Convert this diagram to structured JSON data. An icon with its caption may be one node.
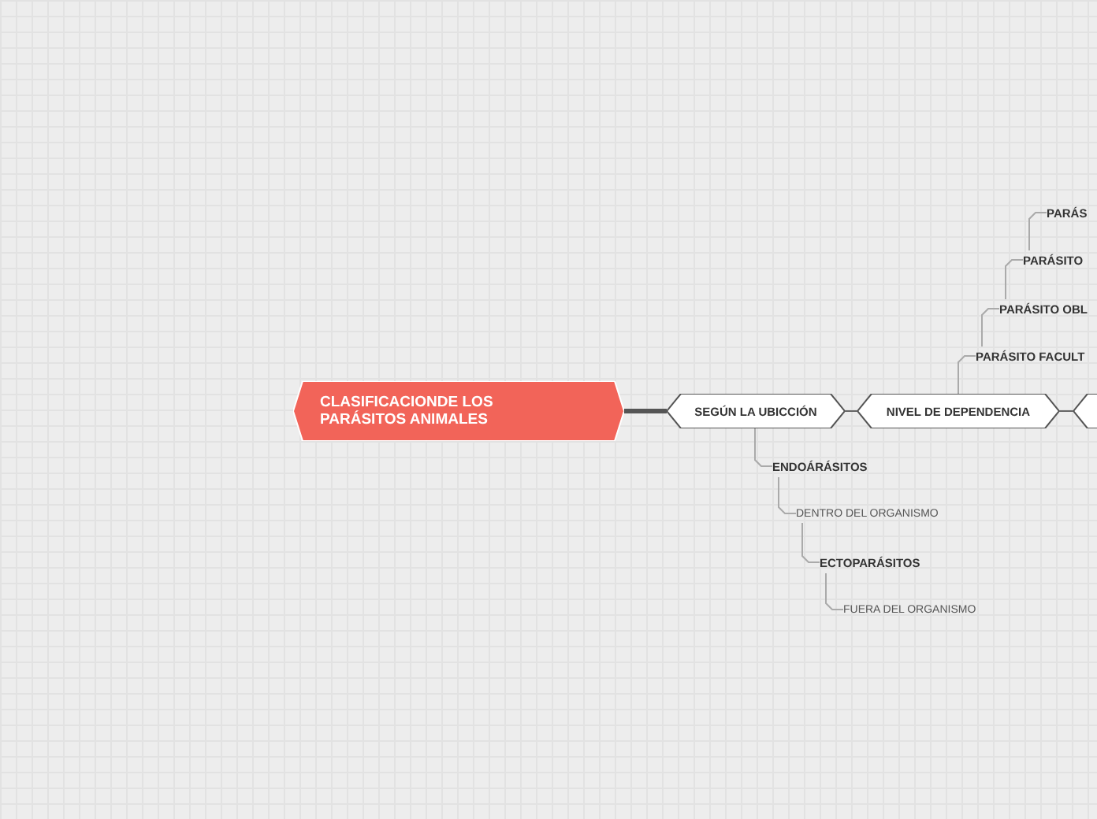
{
  "diagram": {
    "nodes": [
      {
        "text": [
          "CLASIFICACIONDE LOS PARÁSITOS ANIMALES"
        ]
      },
      {
        "text": [
          "SEGÚN LA UBICCIÓN"
        ]
      },
      {
        "text": [
          "NIVEL DE DEPENDENCIA"
        ]
      },
      {
        "text": [],
        "shape": "hexagon"
      },
      {
        "text": [
          "PARÁS"
        ]
      },
      {
        "text": [
          "PARÁSITO"
        ]
      },
      {
        "text": [
          "PARÁSITO OBL"
        ]
      },
      {
        "text": [
          "PARÁSITO FACULT"
        ]
      },
      {
        "text": [
          "ENDOÁRÁSITOS"
        ]
      },
      {
        "text": [
          "DENTRO DEL ORGANISMO"
        ]
      },
      {
        "text": [
          "ECTOPARÁSITOS"
        ]
      },
      {
        "text": [
          "FUERA DEL ORGANISMO"
        ]
      }
    ],
    "edges": [
      {
        "from": 0,
        "to": 1,
        "arrow": "none",
        "style": "thick"
      },
      {
        "from": 1,
        "to": 2,
        "arrow": "none"
      },
      {
        "from": 2,
        "to": 3,
        "arrow": "none"
      },
      {
        "from": 2,
        "to": 7,
        "arrow": "none"
      },
      {
        "from": 7,
        "to": 6,
        "arrow": "none"
      },
      {
        "from": 6,
        "to": 5,
        "arrow": "none"
      },
      {
        "from": 5,
        "to": 4,
        "arrow": "none"
      },
      {
        "from": 1,
        "to": 8,
        "arrow": "none"
      },
      {
        "from": 8,
        "to": 9,
        "arrow": "none"
      },
      {
        "from": 9,
        "to": 10,
        "arrow": "none"
      },
      {
        "from": 10,
        "to": 11,
        "arrow": "none"
      }
    ]
  }
}
